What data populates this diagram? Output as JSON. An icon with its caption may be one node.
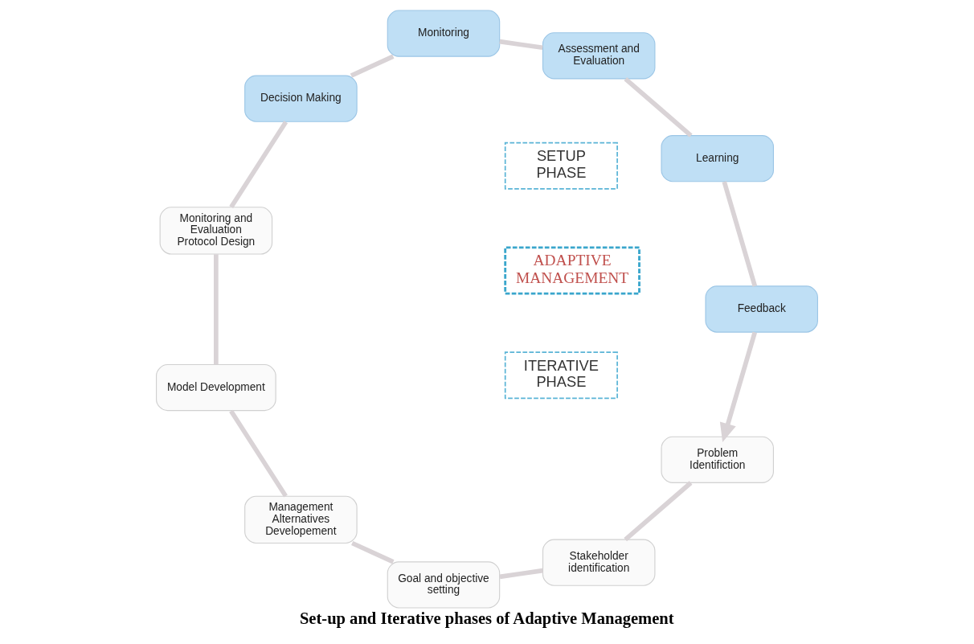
{
  "diagram": {
    "caption": "Set-up and Iterative phases of Adaptive Management",
    "nodes": [
      {
        "text": [
          "Problem Identifiction"
        ]
      },
      {
        "text": [
          "Stakeholder identification"
        ]
      },
      {
        "text": [
          "Goal and objective setting"
        ]
      },
      {
        "text": [
          "Management Alternatives Developement"
        ]
      },
      {
        "text": [
          "Model Development"
        ]
      },
      {
        "text": [
          "Monitoring and Evaluation Protocol Design"
        ]
      },
      {
        "text": [
          "Decision Making"
        ]
      },
      {
        "text": [
          "Monitoring"
        ]
      },
      {
        "text": [
          "Assessment and Evaluation"
        ]
      },
      {
        "text": [
          "Learning"
        ]
      },
      {
        "text": [
          "Feedback"
        ]
      },
      {
        "text": [
          "ITERATIVE PHASE"
        ]
      },
      {
        "text": [
          "SETUP PHASE"
        ]
      },
      {
        "text": [
          "ADAPTIVE MANAGEMENT"
        ]
      }
    ],
    "edges": [
      {
        "from": 0,
        "to": 1,
        "arrow": "none"
      },
      {
        "from": 1,
        "to": 2,
        "arrow": "none"
      },
      {
        "from": 2,
        "to": 3,
        "arrow": "none"
      },
      {
        "from": 3,
        "to": 4,
        "arrow": "none"
      },
      {
        "from": 4,
        "to": 5,
        "arrow": "none"
      },
      {
        "from": 5,
        "to": 6,
        "arrow": "none"
      },
      {
        "from": 6,
        "to": 7,
        "arrow": "none"
      },
      {
        "from": 7,
        "to": 8,
        "arrow": "none"
      },
      {
        "from": 8,
        "to": 9,
        "arrow": "none"
      },
      {
        "from": 9,
        "to": 10,
        "arrow": "none"
      },
      {
        "from": 10,
        "to": 0,
        "arrow": "to"
      }
    ]
  }
}
